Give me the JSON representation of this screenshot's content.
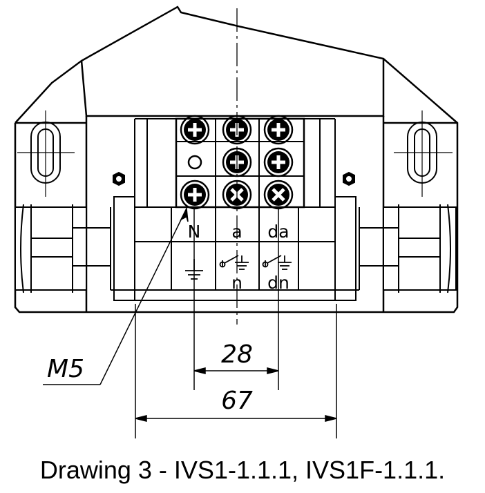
{
  "drawing": {
    "dimensions": {
      "inner_spacing": "28",
      "outer_spacing": "67"
    },
    "thread_callout": "M5",
    "terminal_labels": {
      "top": [
        "N",
        "a",
        "da"
      ],
      "bottom": [
        "n",
        "dn"
      ]
    },
    "caption": "Drawing 3 - IVS1-1.1.1, IVS1F-1.1.1."
  },
  "colors": {
    "line": "#000000",
    "background": "#ffffff"
  },
  "icons": [
    "plus-screw-icon",
    "cross-screw-icon",
    "ground-icon",
    "switch-ground-icon",
    "hex-nut-icon",
    "cable-gland-icon"
  ]
}
